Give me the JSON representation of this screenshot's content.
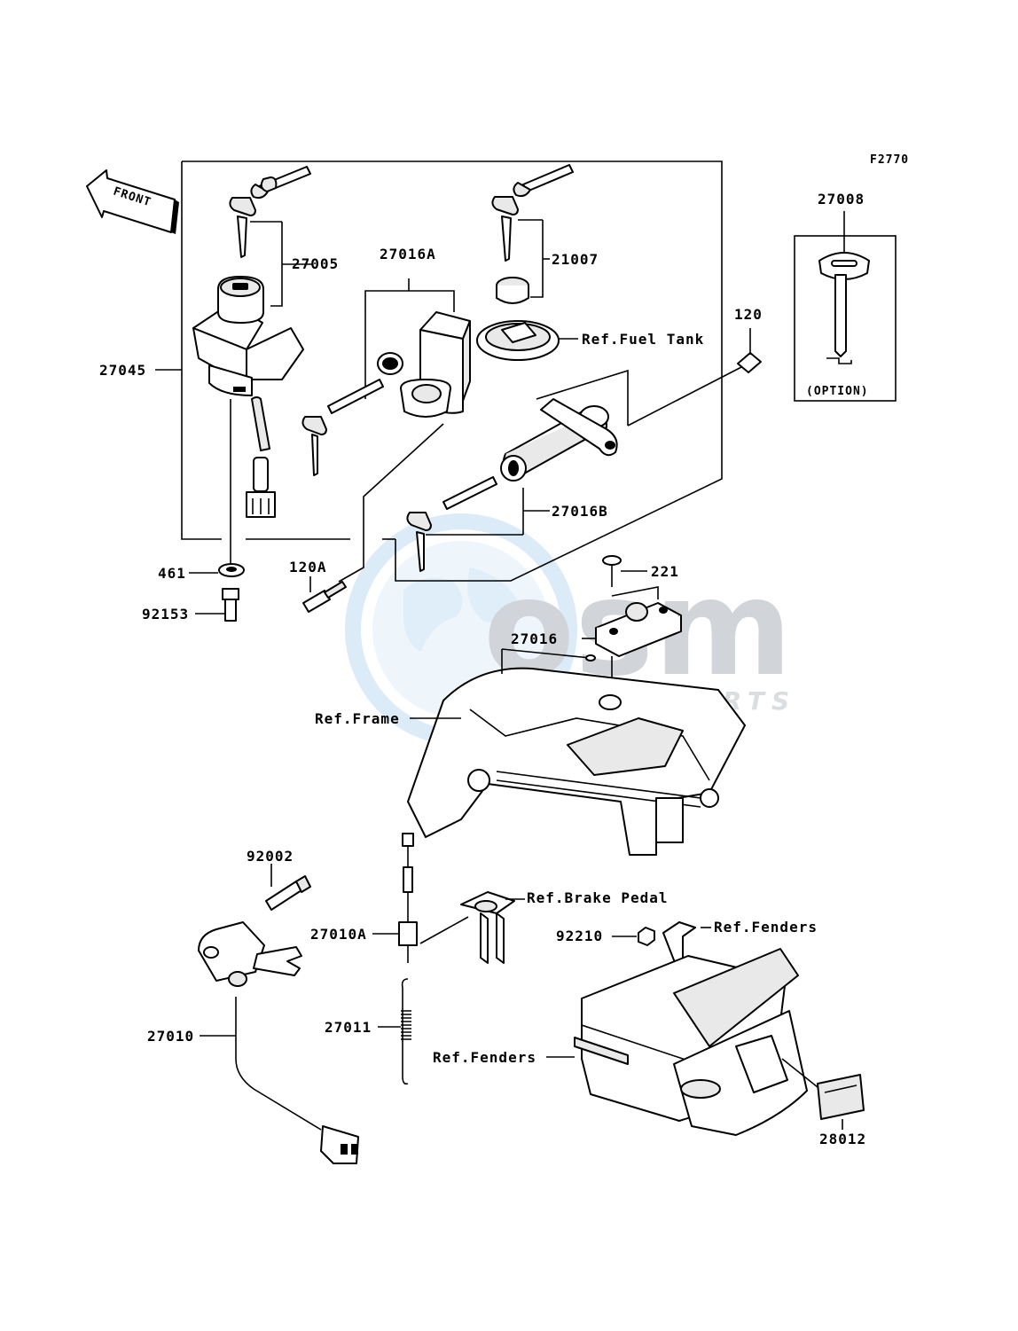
{
  "diagram": {
    "figure_code": "F2770",
    "front_label": "FRONT",
    "option_label": "(OPTION)",
    "watermark": {
      "brand": "osm",
      "subtitle": "MOTORSPORTS"
    },
    "parts": [
      {
        "id": "27005",
        "text": "27005"
      },
      {
        "id": "27016A",
        "text": "27016A"
      },
      {
        "id": "21007",
        "text": "21007"
      },
      {
        "id": "27008",
        "text": "27008"
      },
      {
        "id": "120",
        "text": "120"
      },
      {
        "id": "27045",
        "text": "27045"
      },
      {
        "id": "27016B",
        "text": "27016B"
      },
      {
        "id": "461",
        "text": "461"
      },
      {
        "id": "120A",
        "text": "120A"
      },
      {
        "id": "92153",
        "text": "92153"
      },
      {
        "id": "221",
        "text": "221"
      },
      {
        "id": "27016",
        "text": "27016"
      },
      {
        "id": "92002",
        "text": "92002"
      },
      {
        "id": "27010A",
        "text": "27010A"
      },
      {
        "id": "92210",
        "text": "92210"
      },
      {
        "id": "27011",
        "text": "27011"
      },
      {
        "id": "27010",
        "text": "27010"
      },
      {
        "id": "28012",
        "text": "28012"
      }
    ],
    "references": {
      "fuel_tank": "Ref.Fuel Tank",
      "frame": "Ref.Frame",
      "brake_pedal": "Ref.Brake Pedal",
      "fenders_upper": "Ref.Fenders",
      "fenders_lower": "Ref.Fenders"
    }
  }
}
